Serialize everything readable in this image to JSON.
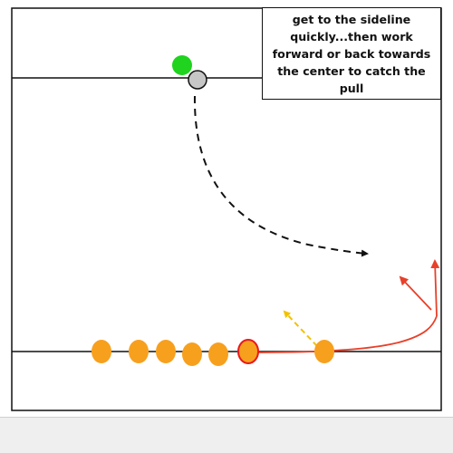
{
  "annotation": {
    "text": "get to the sideline quickly...then work forward or back towards the center to catch the pull"
  },
  "colors": {
    "field_line": "#111111",
    "receiving_player": "#f7a01e",
    "receiving_player_highlight": "#e8191c",
    "pulling_player": "#1fd31f",
    "disc": "#c0c0c0",
    "pull_path": "#111111",
    "cut_path": "#e8402a",
    "drift_arrow": "#f2c200"
  },
  "icons": {
    "receiving_player": "orange-player-circle",
    "highlighted_player": "red-outlined-player-circle",
    "puller": "green-player-dot",
    "disc": "gray-disc",
    "pull_trajectory": "dashed-arrow",
    "cut_route": "red-branching-arrow",
    "drift_indicator": "yellow-dashed-double-arrow"
  }
}
